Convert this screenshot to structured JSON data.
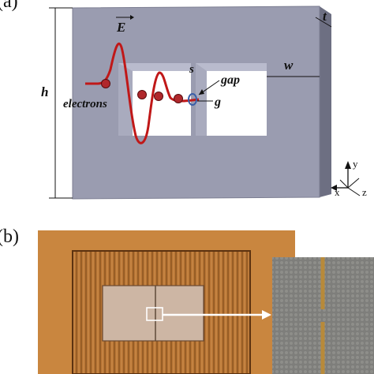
{
  "panel_a": {
    "label": "(a)",
    "field_label": "E",
    "electrons_label": "electrons",
    "h_label": "h",
    "t_label": "t",
    "w_label": "w",
    "s_label": "s",
    "gap_label": "gap",
    "g_label": "g",
    "axes": {
      "x": "x",
      "y": "y",
      "z": "z"
    },
    "colors": {
      "plate": "#9a9cb0",
      "plate_edge": "#7c7e92",
      "wave": "#c01818",
      "electron": "#b0282c",
      "gap_marker": "#3a5fa8"
    }
  },
  "panel_b": {
    "label": "(b)",
    "colors": {
      "background": "#c9863f",
      "copper": "#b6743c",
      "membrane": "#cdb6a4",
      "inset": "#7d7d79"
    }
  }
}
